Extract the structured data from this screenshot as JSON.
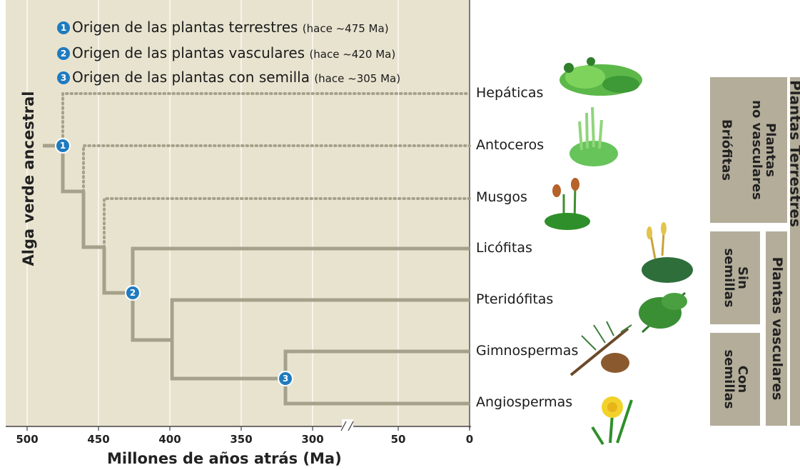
{
  "legend": [
    {
      "num": "1",
      "text": "Origen de las plantas terrestres",
      "paren": "(hace ~475 Ma)"
    },
    {
      "num": "2",
      "text": "Origen de las plantas vasculares",
      "paren": "(hace ~420 Ma)"
    },
    {
      "num": "3",
      "text": "Origen de las plantas con semilla",
      "paren": "(hace ~305 Ma)"
    }
  ],
  "ylabel": "Alga verde ancestral",
  "xlabel": "Millones de años atrás (Ma)",
  "ticks": [
    "500",
    "450",
    "400",
    "350",
    "300",
    "50",
    "0"
  ],
  "taxa": [
    "Hepáticas",
    "Antoceros",
    "Musgos",
    "Licófitas",
    "Pteridófitas",
    "Gimnospermas",
    "Angiospermas"
  ],
  "groups": {
    "terrestres": "Plantas Terrestres",
    "no_vasculares_1": "Plantas",
    "no_vasculares_2": "no vasculares",
    "briofitas": "Briófitas",
    "vasculares": "Plantas vasculares",
    "sin_1": "Sin",
    "sin_2": "semillas",
    "con_1": "Con",
    "con_2": "semillas"
  },
  "nodes": [
    "1",
    "2",
    "3"
  ],
  "colors": {
    "panel": "#e8e3cf",
    "branch": "#a6a18a",
    "badge": "#1f7bbf",
    "group": "#b3ad9a"
  }
}
